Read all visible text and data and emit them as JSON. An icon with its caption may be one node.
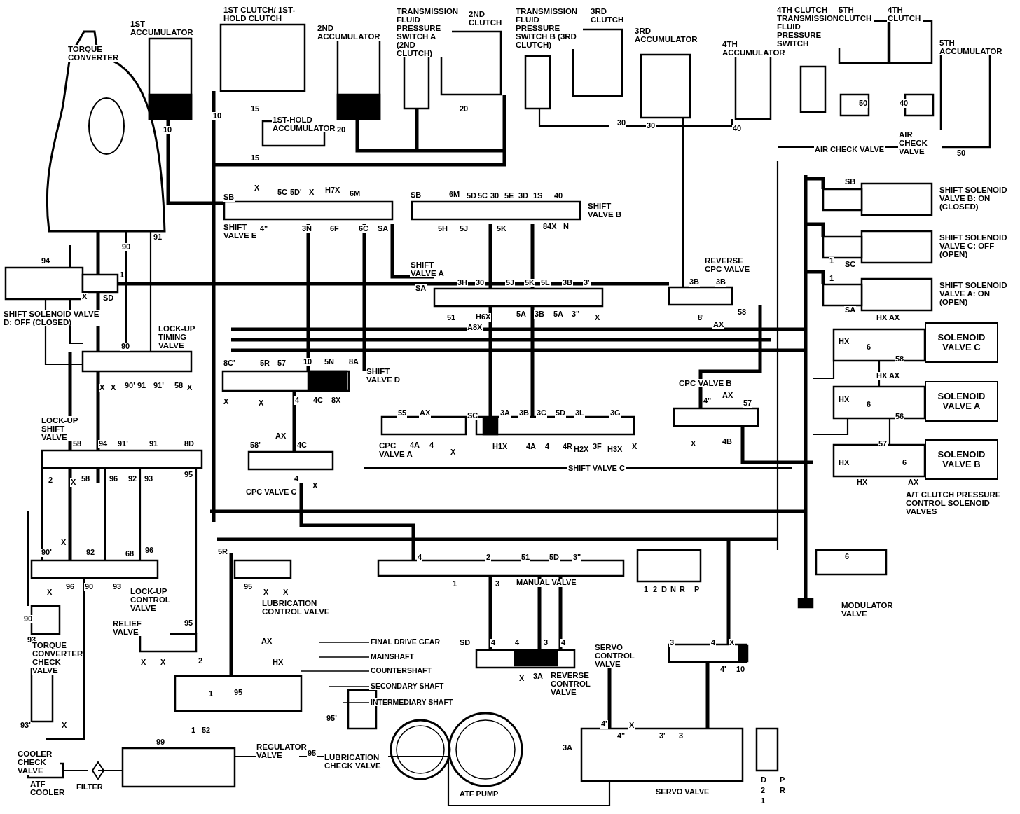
{
  "diagram": {
    "nodes": [
      {
        "text": [
          "SOLENOID VALVE C"
        ]
      },
      {
        "text": [
          "SOLENOID VALVE A"
        ]
      },
      {
        "text": [
          "SOLENOID VALVE B"
        ]
      },
      {
        "text": [
          "FINAL DRIVE GEAR"
        ]
      },
      {
        "text": [
          "MAINSHAFT"
        ]
      },
      {
        "text": [
          "COUNTERSHAFT"
        ]
      },
      {
        "text": [
          "SECONDARY SHAFT"
        ]
      },
      {
        "text": [
          "INTERMEDIARY SHAFT"
        ]
      }
    ],
    "edges": [
      {
        "from": 3,
        "to": null,
        "arrow": "none"
      },
      {
        "from": 4,
        "to": null,
        "arrow": "none"
      },
      {
        "from": 5,
        "to": null,
        "arrow": "none"
      },
      {
        "from": 6,
        "to": null,
        "arrow": "none"
      },
      {
        "from": 7,
        "to": null,
        "arrow": "none"
      }
    ],
    "labels": [
      "1ST ACCUMULATOR",
      "1ST CLUTCH/ 1ST-HOLD CLUTCH",
      "2ND ACCUMULATOR",
      "TRANSMISSION FLUID PRESSURE SWITCH A (2ND CLUTCH)",
      "2ND CLUTCH",
      "TRANSMISSION FLUID PRESSURE SWITCH B (3RD CLUTCH)",
      "3RD CLUTCH",
      "3RD ACCUMULATOR",
      "4TH ACCUMULATOR",
      "4TH CLUTCH TRANSMISSION FLUID PRESSURE SWITCH",
      "5TH CLUTCH",
      "4TH CLUTCH",
      "5TH ACCUMULATOR",
      "TORQUE CONVERTER",
      "10",
      "10",
      "15",
      "1ST-HOLD ACCUMULATOR",
      "15",
      "20",
      "20",
      "30",
      "30",
      "40",
      "50",
      "40",
      "AIR CHECK VALVE",
      "AIR CHECK VALVE",
      "50",
      "SB",
      "X",
      "5C",
      "5D'",
      "X",
      "H7X",
      "6M",
      "SB",
      "6M",
      "5D",
      "5C",
      "30",
      "5E",
      "3D",
      "1S",
      "40",
      "SHIFT VALVE B",
      "SHIFT VALVE E",
      "4\"",
      "3N",
      "6F",
      "6C",
      "SA",
      "5H",
      "5J",
      "5K",
      "84X",
      "N",
      "90",
      "91",
      "94",
      "1",
      "X",
      "SD",
      "SHIFT SOLENOID VALVE D: OFF (CLOSED)",
      "SHIFT VALVE A",
      "SA",
      "3H",
      "30",
      "5J",
      "5K",
      "5L",
      "3B",
      "3'",
      "51",
      "H6X",
      "A8X",
      "5A",
      "3B",
      "5A",
      "3\"",
      "X",
      "REVERSE CPC VALVE",
      "3B",
      "3B",
      "8'",
      "AX",
      "58",
      "SB",
      "SHIFT SOLENOID VALVE B: ON (CLOSED)",
      "1",
      "SC",
      "SHIFT SOLENOID VALVE C: OFF (OPEN)",
      "1",
      "SA",
      "SHIFT SOLENOID VALVE A: ON (OPEN)",
      "HX AX",
      "HX",
      "6",
      "58",
      "HX AX",
      "HX",
      "6",
      "56",
      "57",
      "HX",
      "6",
      "HX",
      "AX",
      "A/T CLUTCH PRESSURE CONTROL SOLENOID VALVES",
      "90",
      "LOCK-UP TIMING VALVE",
      "X",
      "X",
      "90' 91",
      "91'",
      "58",
      "X",
      "8C'",
      "5R",
      "57",
      "10",
      "5N",
      "8A",
      "SHIFT VALVE D",
      "X",
      "X",
      "4",
      "4C",
      "8X",
      "LOCK-UP SHIFT VALVE",
      "58",
      "94",
      "91'",
      "91",
      "8D",
      "2",
      "X",
      "58",
      "96",
      "92",
      "93",
      "95",
      "58'",
      "AX",
      "4C",
      "4",
      "X",
      "CPC VALVE C",
      "55",
      "AX",
      "CPC VALVE A",
      "4A",
      "4",
      "X",
      "SC",
      "3A",
      "3B",
      "3C",
      "5D",
      "3L",
      "3G",
      "H1X",
      "4A",
      "4",
      "4R",
      "H2X",
      "3F",
      "H3X",
      "X",
      "SHIFT VALVE C",
      "CPC VALVE B",
      "4\"",
      "AX",
      "57",
      "X",
      "4B",
      "90'",
      "X",
      "92",
      "68",
      "96",
      "X",
      "96",
      "90",
      "93",
      "LOCK-UP CONTROL VALVE",
      "5R",
      "95",
      "X",
      "X",
      "LUBRICATION CONTROL VALVE",
      "4",
      "2",
      "51",
      "5D",
      "3\"",
      "1",
      "3",
      "MANUAL VALVE",
      "1",
      "2",
      "D",
      "N",
      "R",
      "P",
      "MODULATOR VALVE",
      "6",
      "90",
      "RELIEF VALVE",
      "95",
      "X",
      "X",
      "2",
      "93",
      "TORQUE CONVERTER CHECK VALVE",
      "93'",
      "X",
      "COOLER CHECK VALVE",
      "ATF COOLER",
      "FILTER",
      "99",
      "AX",
      "HX",
      "1",
      "95",
      "1",
      "52",
      "REGULATOR VALVE",
      "95",
      "95'",
      "LUBRICATION CHECK VALVE",
      "ATF PUMP",
      "SD",
      "4",
      "4",
      "3",
      "4",
      "X",
      "3A",
      "REVERSE CONTROL VALVE",
      "SERVO CONTROL VALVE",
      "3",
      "4",
      "X",
      "4'",
      "10",
      "3A",
      "4'",
      "4\"",
      "X",
      "3'",
      "3",
      "SERVO VALVE",
      "D",
      "2",
      "1",
      "P",
      "R"
    ]
  }
}
